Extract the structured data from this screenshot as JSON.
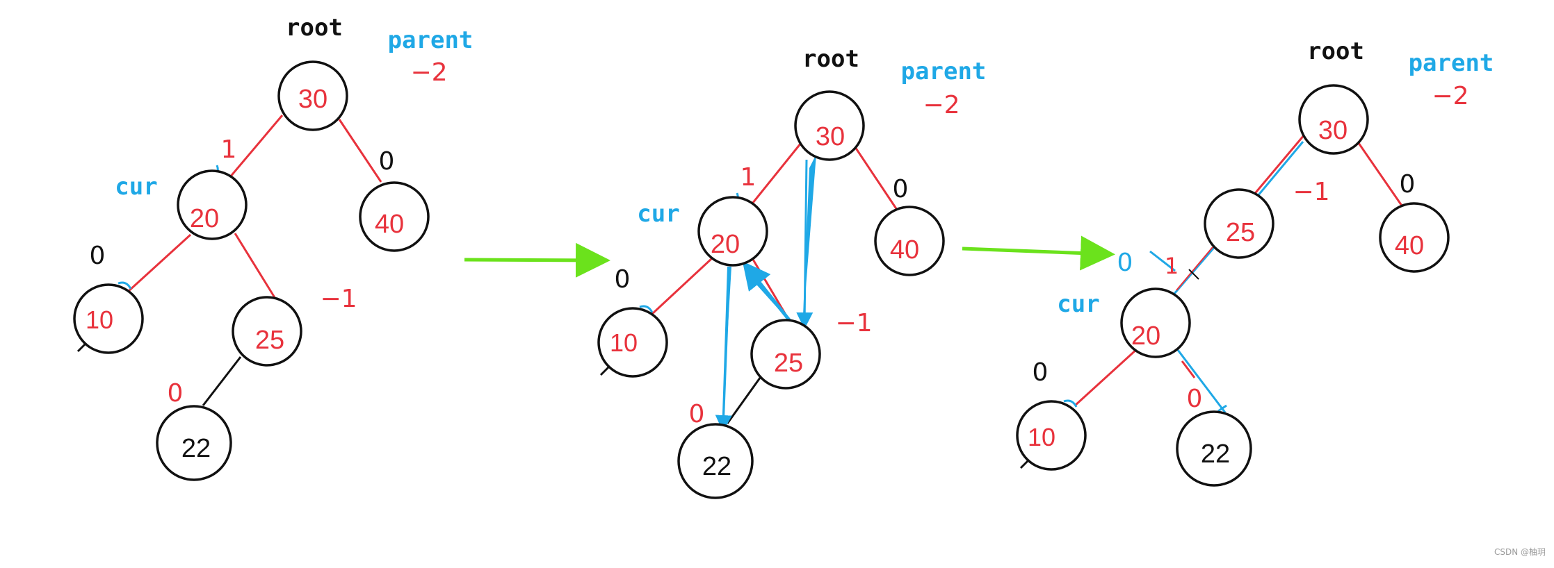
{
  "palette": {
    "node_stroke": "#111111",
    "red": "#e8323c",
    "blue": "#1fa8e6",
    "green": "#6be21c",
    "black": "#111111"
  },
  "watermark": "CSDN @柚玥",
  "panels": [
    {
      "labels": [
        {
          "text": "root",
          "kind": "code",
          "color": "black"
        },
        {
          "text": "parent",
          "kind": "code",
          "color": "blue"
        },
        {
          "text": "−2",
          "kind": "bf",
          "color": "red"
        },
        {
          "text": "cur",
          "kind": "code",
          "color": "blue"
        },
        {
          "text": "1",
          "kind": "bf",
          "color": "red"
        },
        {
          "text": "0",
          "kind": "bf",
          "color": "black"
        },
        {
          "text": "0",
          "kind": "bf",
          "color": "black"
        },
        {
          "text": "−1",
          "kind": "bf",
          "color": "red"
        },
        {
          "text": "0",
          "kind": "bf",
          "color": "red"
        }
      ],
      "nodes": [
        {
          "value": "30",
          "color": "red"
        },
        {
          "value": "20",
          "color": "red"
        },
        {
          "value": "40",
          "color": "red"
        },
        {
          "value": "10",
          "color": "red"
        },
        {
          "value": "25",
          "color": "red"
        },
        {
          "value": "22",
          "color": "black"
        }
      ]
    },
    {
      "labels": [
        {
          "text": "root",
          "kind": "code",
          "color": "black"
        },
        {
          "text": "parent",
          "kind": "code",
          "color": "blue"
        },
        {
          "text": "−2",
          "kind": "bf",
          "color": "red"
        },
        {
          "text": "cur",
          "kind": "code",
          "color": "blue"
        },
        {
          "text": "1",
          "kind": "bf",
          "color": "red"
        },
        {
          "text": "0",
          "kind": "bf",
          "color": "black"
        },
        {
          "text": "0",
          "kind": "bf",
          "color": "black"
        },
        {
          "text": "−1",
          "kind": "bf",
          "color": "red"
        },
        {
          "text": "0",
          "kind": "bf",
          "color": "red"
        }
      ],
      "nodes": [
        {
          "value": "30",
          "color": "red"
        },
        {
          "value": "20",
          "color": "red"
        },
        {
          "value": "40",
          "color": "red"
        },
        {
          "value": "10",
          "color": "red"
        },
        {
          "value": "25",
          "color": "red"
        },
        {
          "value": "22",
          "color": "black"
        }
      ]
    },
    {
      "labels": [
        {
          "text": "root",
          "kind": "code",
          "color": "black"
        },
        {
          "text": "parent",
          "kind": "code",
          "color": "blue"
        },
        {
          "text": "−2",
          "kind": "bf",
          "color": "red"
        },
        {
          "text": "cur",
          "kind": "code",
          "color": "blue"
        },
        {
          "text": "−1",
          "kind": "bf",
          "color": "red"
        },
        {
          "text": "0",
          "kind": "bf",
          "color": "black"
        },
        {
          "text": "0",
          "kind": "bf",
          "color": "blue"
        },
        {
          "text": "1",
          "kind": "bf",
          "color": "red"
        },
        {
          "text": "0",
          "kind": "bf",
          "color": "black"
        },
        {
          "text": "0",
          "kind": "bf",
          "color": "red"
        }
      ],
      "nodes": [
        {
          "value": "30",
          "color": "red"
        },
        {
          "value": "25",
          "color": "red"
        },
        {
          "value": "40",
          "color": "red"
        },
        {
          "value": "20",
          "color": "red"
        },
        {
          "value": "10",
          "color": "red"
        },
        {
          "value": "22",
          "color": "black"
        }
      ]
    }
  ]
}
